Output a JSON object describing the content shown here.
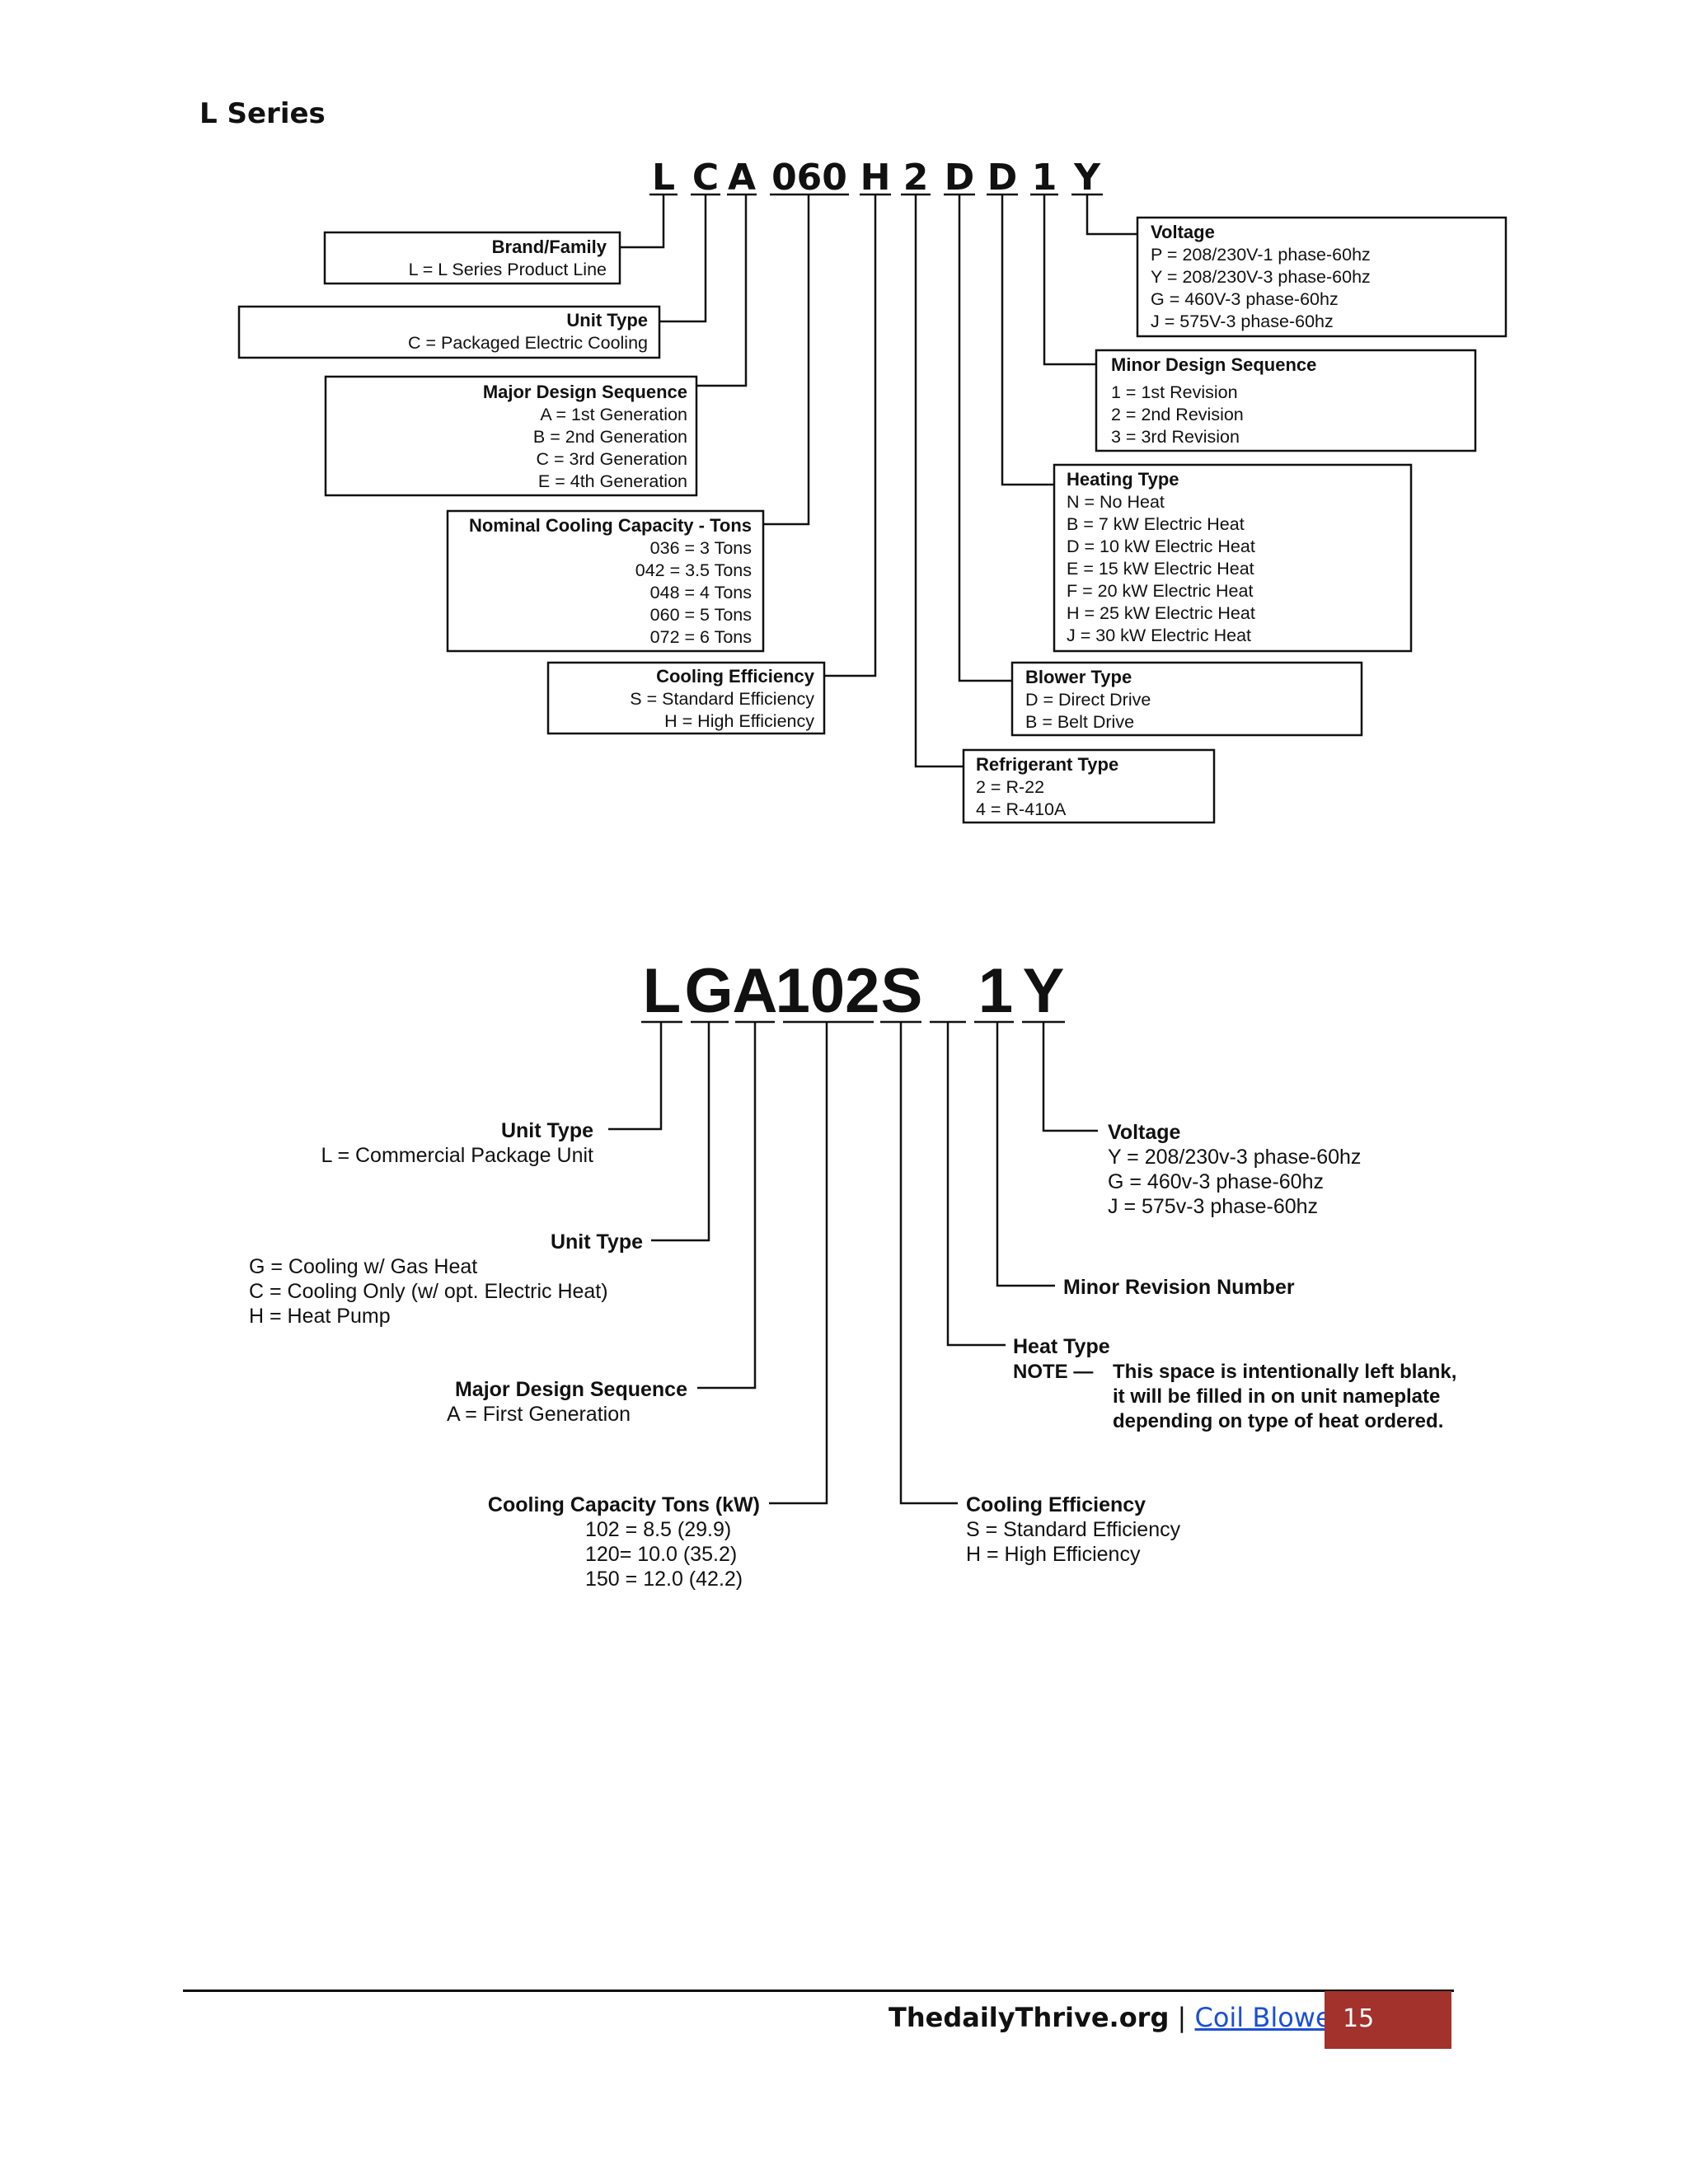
{
  "heading": "L Series",
  "diagram1": {
    "code_chars": [
      "L",
      "C",
      "A",
      "060",
      "H",
      "2",
      "D",
      "D",
      "1",
      "Y"
    ],
    "boxes": {
      "brand": {
        "title": "Brand/Family",
        "lines": [
          "L = L Series Product Line"
        ]
      },
      "unit_type": {
        "title": "Unit Type",
        "lines": [
          "C = Packaged Electric Cooling"
        ]
      },
      "major_design": {
        "title": "Major Design Sequence",
        "lines": [
          "A = 1st Generation",
          "B = 2nd Generation",
          "C = 3rd Generation",
          "E = 4th Generation"
        ]
      },
      "capacity": {
        "title": "Nominal Cooling Capacity - Tons",
        "lines": [
          "036 = 3 Tons",
          "042 = 3.5 Tons",
          "048 = 4  Tons",
          "060 = 5 Tons",
          "072 = 6 Tons"
        ]
      },
      "efficiency": {
        "title": "Cooling Efficiency",
        "lines": [
          "S = Standard Efficiency",
          "H = High Efficiency"
        ]
      },
      "voltage": {
        "title": "Voltage",
        "lines": [
          "P = 208/230V-1 phase-60hz",
          "Y = 208/230V-3 phase-60hz",
          "G = 460V-3 phase-60hz",
          "J = 575V-3 phase-60hz"
        ]
      },
      "minor_design": {
        "title": "Minor Design Sequence",
        "lines": [
          "1 = 1st Revision",
          "2 = 2nd Revision",
          "3 = 3rd Revision"
        ]
      },
      "heating": {
        "title": "Heating Type",
        "lines": [
          "N = No Heat",
          "B = 7 kW Electric Heat",
          "D = 10 kW Electric Heat",
          "E = 15 kW Electric Heat",
          "F = 20 kW Electric Heat",
          "H = 25 kW Electric Heat",
          "J = 30 kW Electric Heat"
        ]
      },
      "blower": {
        "title": "Blower Type",
        "lines": [
          "D = Direct Drive",
          "B = Belt Drive"
        ]
      },
      "refrigerant": {
        "title": "Refrigerant Type",
        "lines": [
          "2 = R-22",
          "4 = R-410A"
        ]
      }
    }
  },
  "diagram2": {
    "code_chars": [
      "L",
      "G",
      "A",
      "102",
      "S",
      "1",
      "Y"
    ],
    "groups": {
      "unit_type_1": {
        "title": "Unit Type",
        "lines": [
          "L = Commercial Package Unit"
        ]
      },
      "unit_type_2": {
        "title": "Unit Type",
        "lines": [
          "G = Cooling w/ Gas Heat",
          "C = Cooling Only (w/ opt. Electric Heat)",
          "H = Heat Pump"
        ]
      },
      "major_design": {
        "title": "Major Design Sequence",
        "lines": [
          "A = First Generation"
        ]
      },
      "capacity": {
        "title": "Cooling Capacity Tons (kW)",
        "lines": [
          "102 = 8.5 (29.9)",
          "120= 10.0 (35.2)",
          "150 = 12.0 (42.2)"
        ]
      },
      "voltage": {
        "title": "Voltage",
        "lines": [
          "Y = 208/230v-3 phase-60hz",
          "G = 460v-3 phase-60hz",
          "J = 575v-3 phase-60hz"
        ]
      },
      "minor_revision": {
        "title": "Minor Revision Number",
        "lines": []
      },
      "heat_type": {
        "title": "Heat Type",
        "note_label": "NOTE —",
        "lines": [
          "This space is intentionally left blank,",
          "it will be filled in on unit nameplate",
          "depending on type of heat ordered."
        ]
      },
      "efficiency": {
        "title": "Cooling Efficiency",
        "lines": [
          "S = Standard Efficiency",
          "H = High Efficiency"
        ]
      }
    }
  },
  "footer": {
    "site": "ThedailyThrive.org",
    "separator": " | ",
    "link_text": "Coil Blowers",
    "page_number": "15",
    "badge_color": "#a3312c",
    "link_color": "#1a4fd6"
  }
}
